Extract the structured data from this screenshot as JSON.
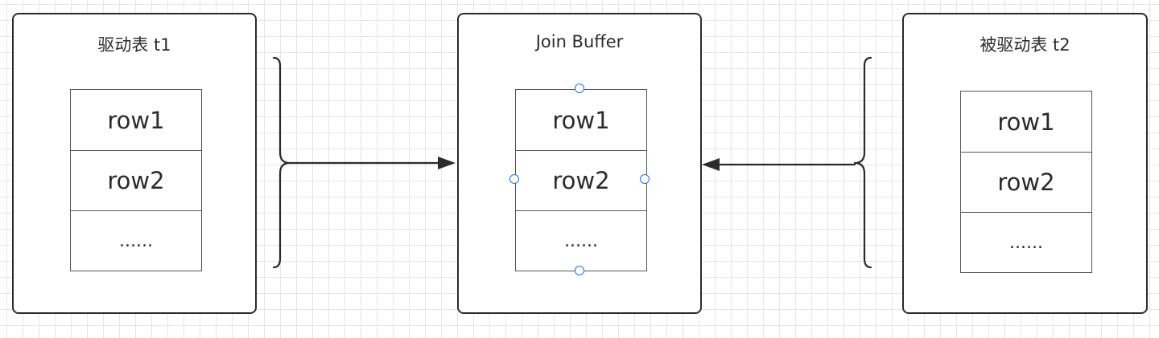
{
  "diagram": {
    "panels": [
      {
        "id": "driver",
        "title": "驱动表 t1",
        "rows": [
          "row1",
          "row2",
          "......"
        ]
      },
      {
        "id": "buffer",
        "title": "Join Buffer",
        "rows": [
          "row1",
          "row2",
          "......"
        ]
      },
      {
        "id": "driven",
        "title": "被驱动表 t2",
        "rows": [
          "row1",
          "row2",
          "......"
        ]
      }
    ],
    "colors": {
      "stroke": "#2b2b2b",
      "selection_handle": "#1a73e8",
      "grid": "#e6e6e6"
    }
  }
}
